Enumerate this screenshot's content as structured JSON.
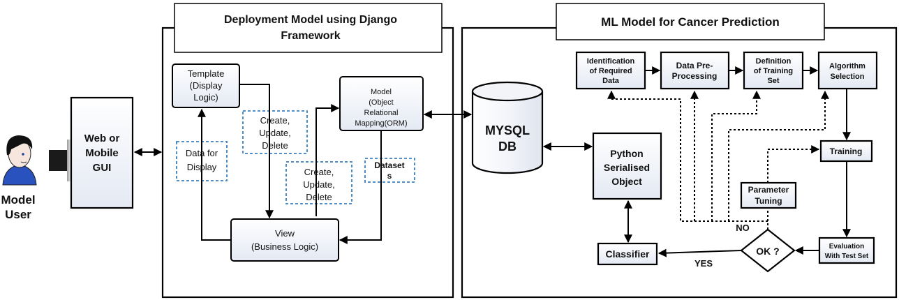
{
  "user": {
    "label_line1": "Model",
    "label_line2": "User"
  },
  "gui": {
    "line1": "Web or",
    "line2": "Mobile",
    "line3": "GUI"
  },
  "django_panel": {
    "title_line1": "Deployment Model  using Django",
    "title_line2": "Framework"
  },
  "ml_panel": {
    "title": "ML Model for Cancer Prediction"
  },
  "template_box": {
    "line1": "Template",
    "line2": "(Display",
    "line3": "Logic)"
  },
  "data_display": {
    "line1": "Data for",
    "line2": "Display"
  },
  "cud_top": {
    "line1": "Create,",
    "line2": "Update,",
    "line3": "Delete"
  },
  "cud_bottom": {
    "line1": "Create,",
    "line2": "Update,",
    "line3": "Delete"
  },
  "model_box": {
    "line1": "Model",
    "line2": "(Object",
    "line3": "Relational",
    "line4": "Mapping(ORM)"
  },
  "datasets": {
    "line1": "Dataset",
    "line2": "s"
  },
  "view_box": {
    "line1": "View",
    "line2": "(Business Logic)"
  },
  "mysql": {
    "line1": "MYSQL",
    "line2": "DB"
  },
  "python_obj": {
    "line1": "Python",
    "line2": "Serialised",
    "line3": "Object"
  },
  "classifier": {
    "label": "Classifier"
  },
  "ident": {
    "line1": "Identification",
    "line2": "of Required",
    "line3": "Data"
  },
  "preproc": {
    "line1": "Data Pre-",
    "line2": "Processing"
  },
  "deftrain": {
    "line1": "Definition",
    "line2": "of Training",
    "line3": "Set"
  },
  "algsel": {
    "line1": "Algorithm",
    "line2": "Selection"
  },
  "training": {
    "label": "Training"
  },
  "param": {
    "line1": "Parameter",
    "line2": "Tuning"
  },
  "ok": {
    "label": "OK ?"
  },
  "evaluation": {
    "line1": "Evaluation",
    "line2": "With Test Set"
  },
  "labels": {
    "no": "NO",
    "yes": "YES"
  }
}
